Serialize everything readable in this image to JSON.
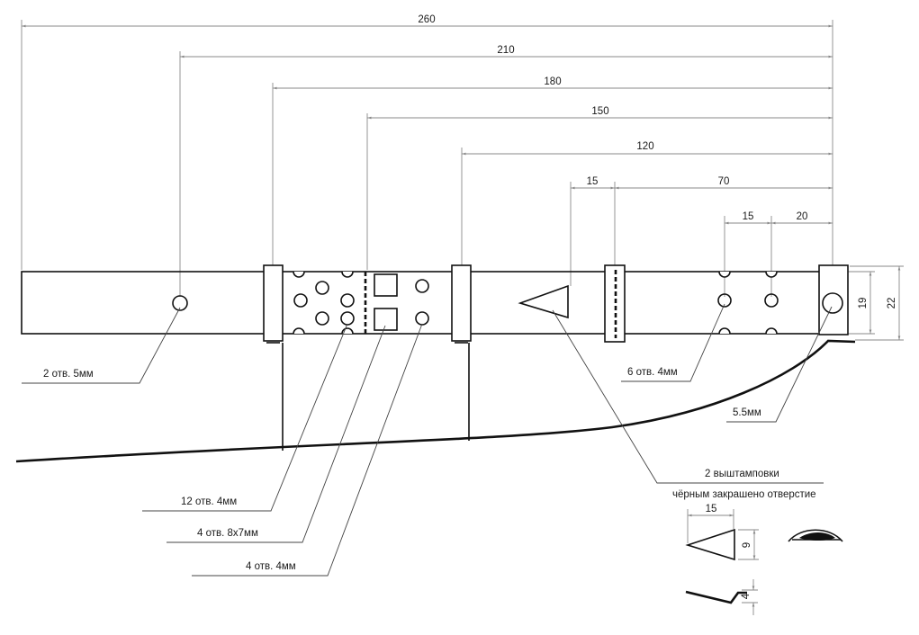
{
  "colors": {
    "line": "#111111",
    "dimension": "#8a8a8a",
    "background": "#ffffff"
  },
  "dimensions": {
    "d260": "260",
    "d210": "210",
    "d180": "180",
    "d150": "150",
    "d120": "120",
    "d15a": "15",
    "d70": "70",
    "d15b": "15",
    "d20": "20",
    "d19": "19",
    "d22": "22"
  },
  "callouts": {
    "holes_5mm": "2 отв. 5мм",
    "holes_4mm_6": "6 отв. 4мм",
    "hole_5_5": "5.5мм",
    "stamp_line1": "2 выштамповки",
    "stamp_line2": "чёрным закрашено отверстие",
    "holes_4mm_12": "12 отв. 4мм",
    "holes_8x7": "4 отв. 8x7мм",
    "holes_4mm_4": "4 отв. 4мм"
  },
  "detail": {
    "width": "15",
    "height": "9",
    "depth": "4"
  }
}
